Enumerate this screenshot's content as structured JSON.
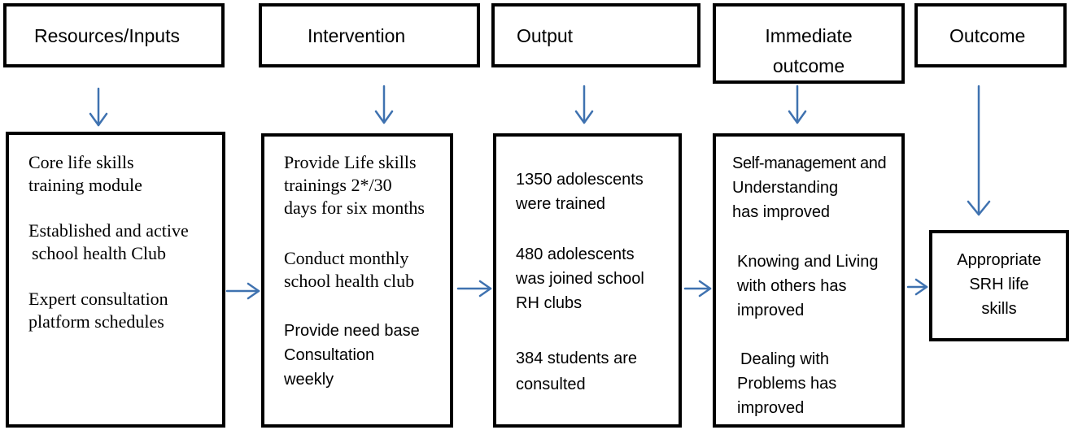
{
  "headers": [
    {
      "id": "resources",
      "label": "Resources/Inputs"
    },
    {
      "id": "intervention",
      "label": "Intervention"
    },
    {
      "id": "output",
      "label": "Output"
    },
    {
      "id": "immediate",
      "line1": "Immediate",
      "line2": "outcome"
    },
    {
      "id": "outcome",
      "label": "Outcome"
    }
  ],
  "details": {
    "resources": [
      {
        "lines": [
          "Core life skills",
          "training module"
        ]
      },
      {
        "lines": [
          "Established and active",
          "school health Club"
        ]
      },
      {
        "lines": [
          "Expert consultation",
          "platform schedules"
        ]
      }
    ],
    "intervention": [
      {
        "lines": [
          "Provide Life skills",
          "trainings 2*/30",
          "days for six months"
        ]
      },
      {
        "lines": [
          "Conduct monthly",
          "school health club"
        ]
      },
      {
        "lines": [
          "Provide need base",
          "Consultation",
          "weekly"
        ]
      }
    ],
    "output": [
      {
        "lines": [
          "1350 adolescents",
          "were trained"
        ]
      },
      {
        "lines": [
          "480 adolescents",
          "was joined school",
          "RH clubs"
        ]
      },
      {
        "lines": [
          "384 students are",
          "consulted"
        ]
      }
    ],
    "immediate": [
      {
        "lines": [
          "Self-management and",
          "Understanding",
          "has improved"
        ]
      },
      {
        "lines": [
          "Knowing and Living",
          "with others has",
          "improved"
        ]
      },
      {
        "lines": [
          "Dealing with",
          "Problems has",
          "improved"
        ]
      }
    ],
    "outcome": [
      {
        "lines": [
          "Appropriate",
          "SRH life",
          "skills"
        ]
      }
    ]
  },
  "colors": {
    "arrow": "#3f72b0",
    "border": "#000000"
  }
}
